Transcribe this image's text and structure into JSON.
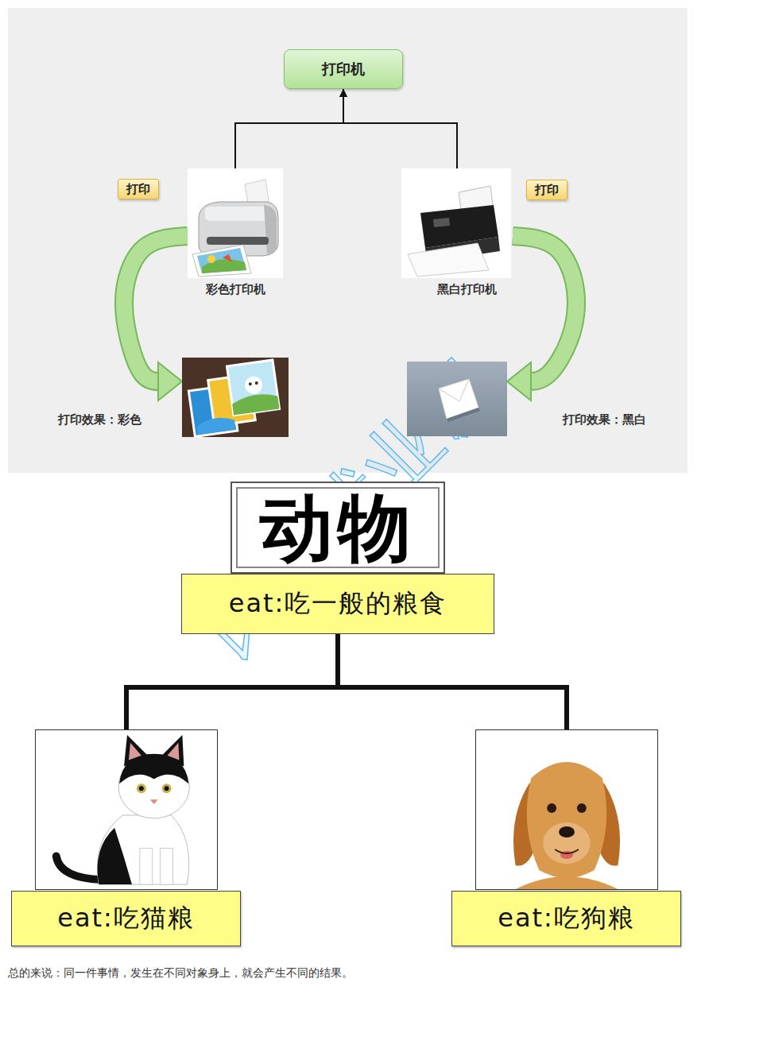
{
  "diagram": {
    "caption": "总的来说：同一件事情，发生在不同对象身上，就会产生不同的结果。",
    "nodes": [
      {
        "text": [
          "打印机"
        ]
      },
      {
        "text": [
          "打印"
        ]
      },
      {
        "text": [
          "彩色打印机"
        ]
      },
      {
        "text": [
          "黑白打印机"
        ]
      },
      {
        "text": [
          "打印"
        ]
      },
      {
        "text": [
          "打印效果：彩色"
        ]
      },
      {
        "text": [
          "打印效果：黑白"
        ]
      },
      {
        "text": [
          "动物",
          "eat:吃一般的粮食"
        ]
      },
      {
        "text": [
          "eat:吃猫粮"
        ]
      },
      {
        "text": [
          "eat:吃狗粮"
        ]
      }
    ],
    "edges": [
      {
        "from": 2,
        "to": 0,
        "arrow": "to"
      },
      {
        "from": 3,
        "to": 0,
        "arrow": "to"
      },
      {
        "from": 2,
        "to": 5,
        "arrow": "to"
      },
      {
        "from": 3,
        "to": 6,
        "arrow": "to"
      },
      {
        "from": 7,
        "to": 8,
        "arrow": "none"
      },
      {
        "from": 7,
        "to": 9,
        "arrow": "none"
      }
    ],
    "labels": [
      "比特就业课"
    ]
  }
}
